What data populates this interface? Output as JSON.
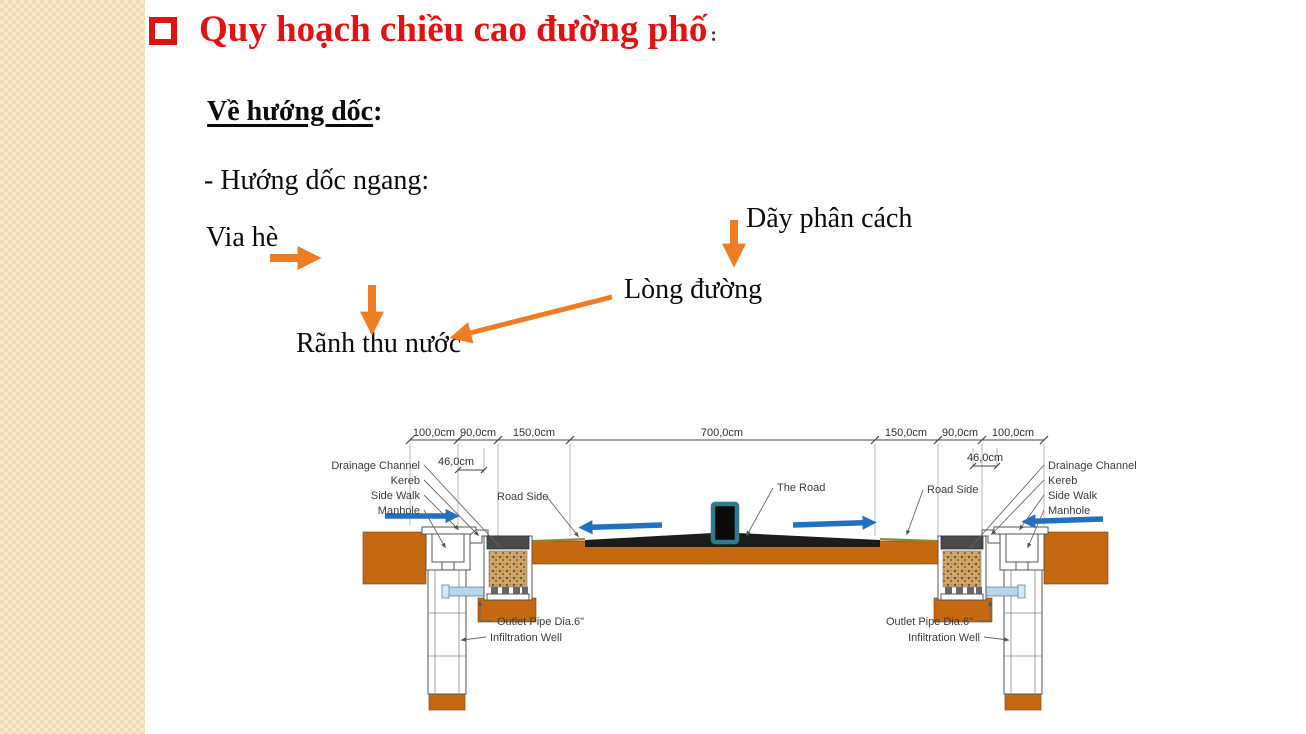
{
  "title": {
    "text": "Quy hoạch chiều cao đường phố",
    "colon": ":"
  },
  "heading": {
    "text": "Về hướng dốc",
    "colon": ":"
  },
  "subheading": "- Hướng dốc ngang:",
  "callouts": {
    "sidewalk": "Via hè",
    "median": "Dãy phân cách",
    "roadway": "Lòng đường",
    "gutter": "Rãnh thu nước"
  },
  "diagram": {
    "dims_top": [
      "100,0cm",
      "90,0cm",
      "150,0cm",
      "700,0cm",
      "150,0cm",
      "90,0cm",
      "100,0cm"
    ],
    "dim_46_left": "46,0cm",
    "dim_46_right": "46,0cm",
    "left": {
      "drainage": "Drainage Channel",
      "kereb": "Kereb",
      "sidewalk": "Side Walk",
      "manhole": "Manhole",
      "roadside": "Road Side"
    },
    "center": {
      "road": "The Road"
    },
    "right": {
      "roadside": "Road Side",
      "drainage": "Drainage Channel",
      "kereb": "Kereb",
      "sidewalk": "Side Walk",
      "manhole": "Manhole"
    },
    "bottom_left": {
      "outlet": "Outlet Pipe Dia.6\"",
      "well": "Infiltration Well"
    },
    "bottom_right": {
      "outlet": "Outlet Pipe Dia.6\"",
      "well": "Infiltration Well"
    }
  },
  "colors": {
    "title_red": "#e01212",
    "arrow_orange": "#ee7c22",
    "arrow_blue": "#2270c2",
    "ground_brown": "#c4690f",
    "median_teal": "#2e7d8c",
    "pipe_blue": "#b9d5ea"
  }
}
